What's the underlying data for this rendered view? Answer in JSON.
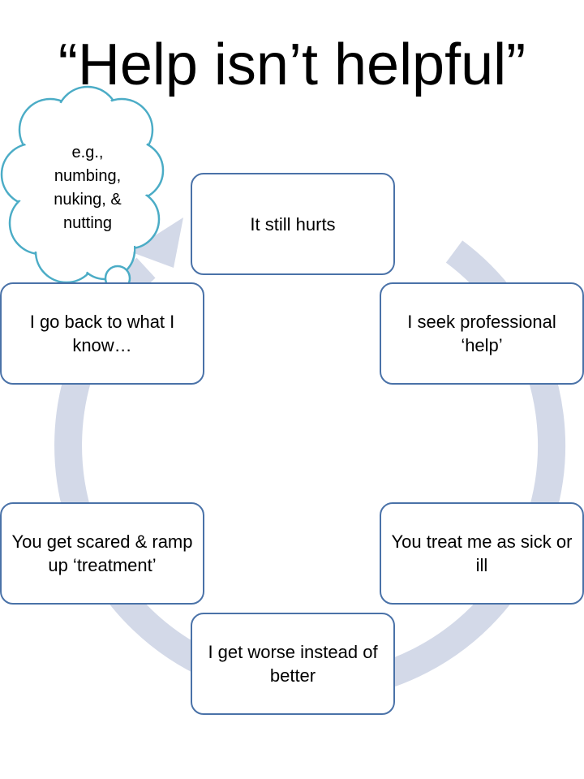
{
  "title": "“Help isn’t helpful”",
  "colors": {
    "box_border": "#4a72a8",
    "cycle_ring": "#d3d9e8",
    "cloud_border": "#4bacc6"
  },
  "cycle_steps": [
    {
      "label": "It still hurts"
    },
    {
      "label": "I seek professional ‘help’"
    },
    {
      "label": "You treat me as sick or ill"
    },
    {
      "label": "I get worse instead of better"
    },
    {
      "label": "You get scared & ramp up ‘treatment’"
    },
    {
      "label": "I go back to what I know…"
    }
  ],
  "thought_bubble": {
    "lines": [
      "e.g.,",
      "numbing,",
      "nuking, &",
      "nutting"
    ]
  }
}
